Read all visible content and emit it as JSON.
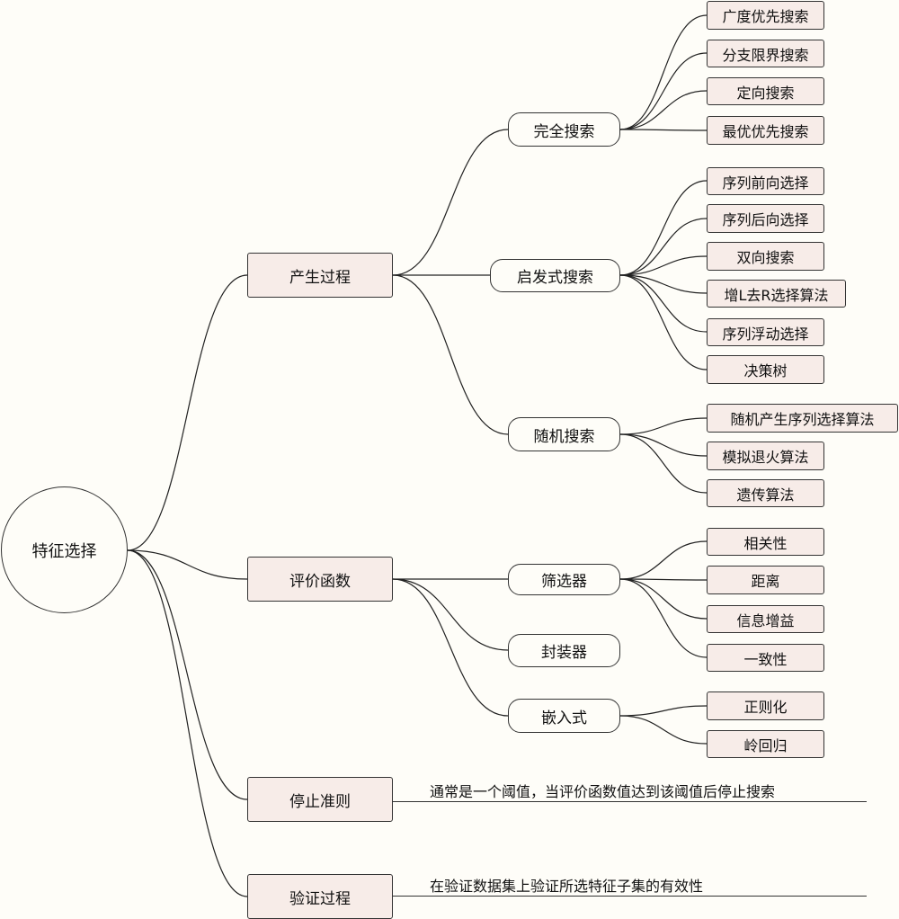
{
  "root": "特征选择",
  "branches": {
    "generation": {
      "label": "产生过程",
      "complete": {
        "label": "完全搜索",
        "items": [
          "广度优先搜索",
          "分支限界搜索",
          "定向搜索",
          "最优优先搜索"
        ]
      },
      "heuristic": {
        "label": "启发式搜索",
        "items": [
          "序列前向选择",
          "序列后向选择",
          "双向搜索",
          "增L去R选择算法",
          "序列浮动选择",
          "决策树"
        ]
      },
      "random": {
        "label": "随机搜索",
        "items": [
          "随机产生序列选择算法",
          "模拟退火算法",
          "遗传算法"
        ]
      }
    },
    "evaluation": {
      "label": "评价函数",
      "filter": {
        "label": "筛选器",
        "items": [
          "相关性",
          "距离",
          "信息增益",
          "一致性"
        ]
      },
      "wrapper": {
        "label": "封装器"
      },
      "embedded": {
        "label": "嵌入式",
        "items": [
          "正则化",
          "岭回归"
        ]
      }
    },
    "stopping": {
      "label": "停止准则",
      "note": "通常是一个阈值，当评价函数值达到该阈值后停止搜索"
    },
    "validation": {
      "label": "验证过程",
      "note": "在验证数据集上验证所选特征子集的有效性"
    }
  }
}
